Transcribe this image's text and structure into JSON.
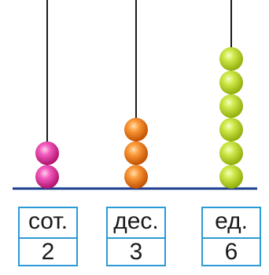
{
  "places": [
    {
      "label": "сот.",
      "value": "2",
      "beads": 2,
      "color": "#e02a9a"
    },
    {
      "label": "дес.",
      "value": "3",
      "beads": 3,
      "color": "#f07a12"
    },
    {
      "label": "ед.",
      "value": "6",
      "beads": 6,
      "color": "#b7d922"
    }
  ],
  "colors": {
    "rod": "#1a1a1a",
    "base": "#1f3f8f",
    "box_border": "#2c9ad6"
  }
}
